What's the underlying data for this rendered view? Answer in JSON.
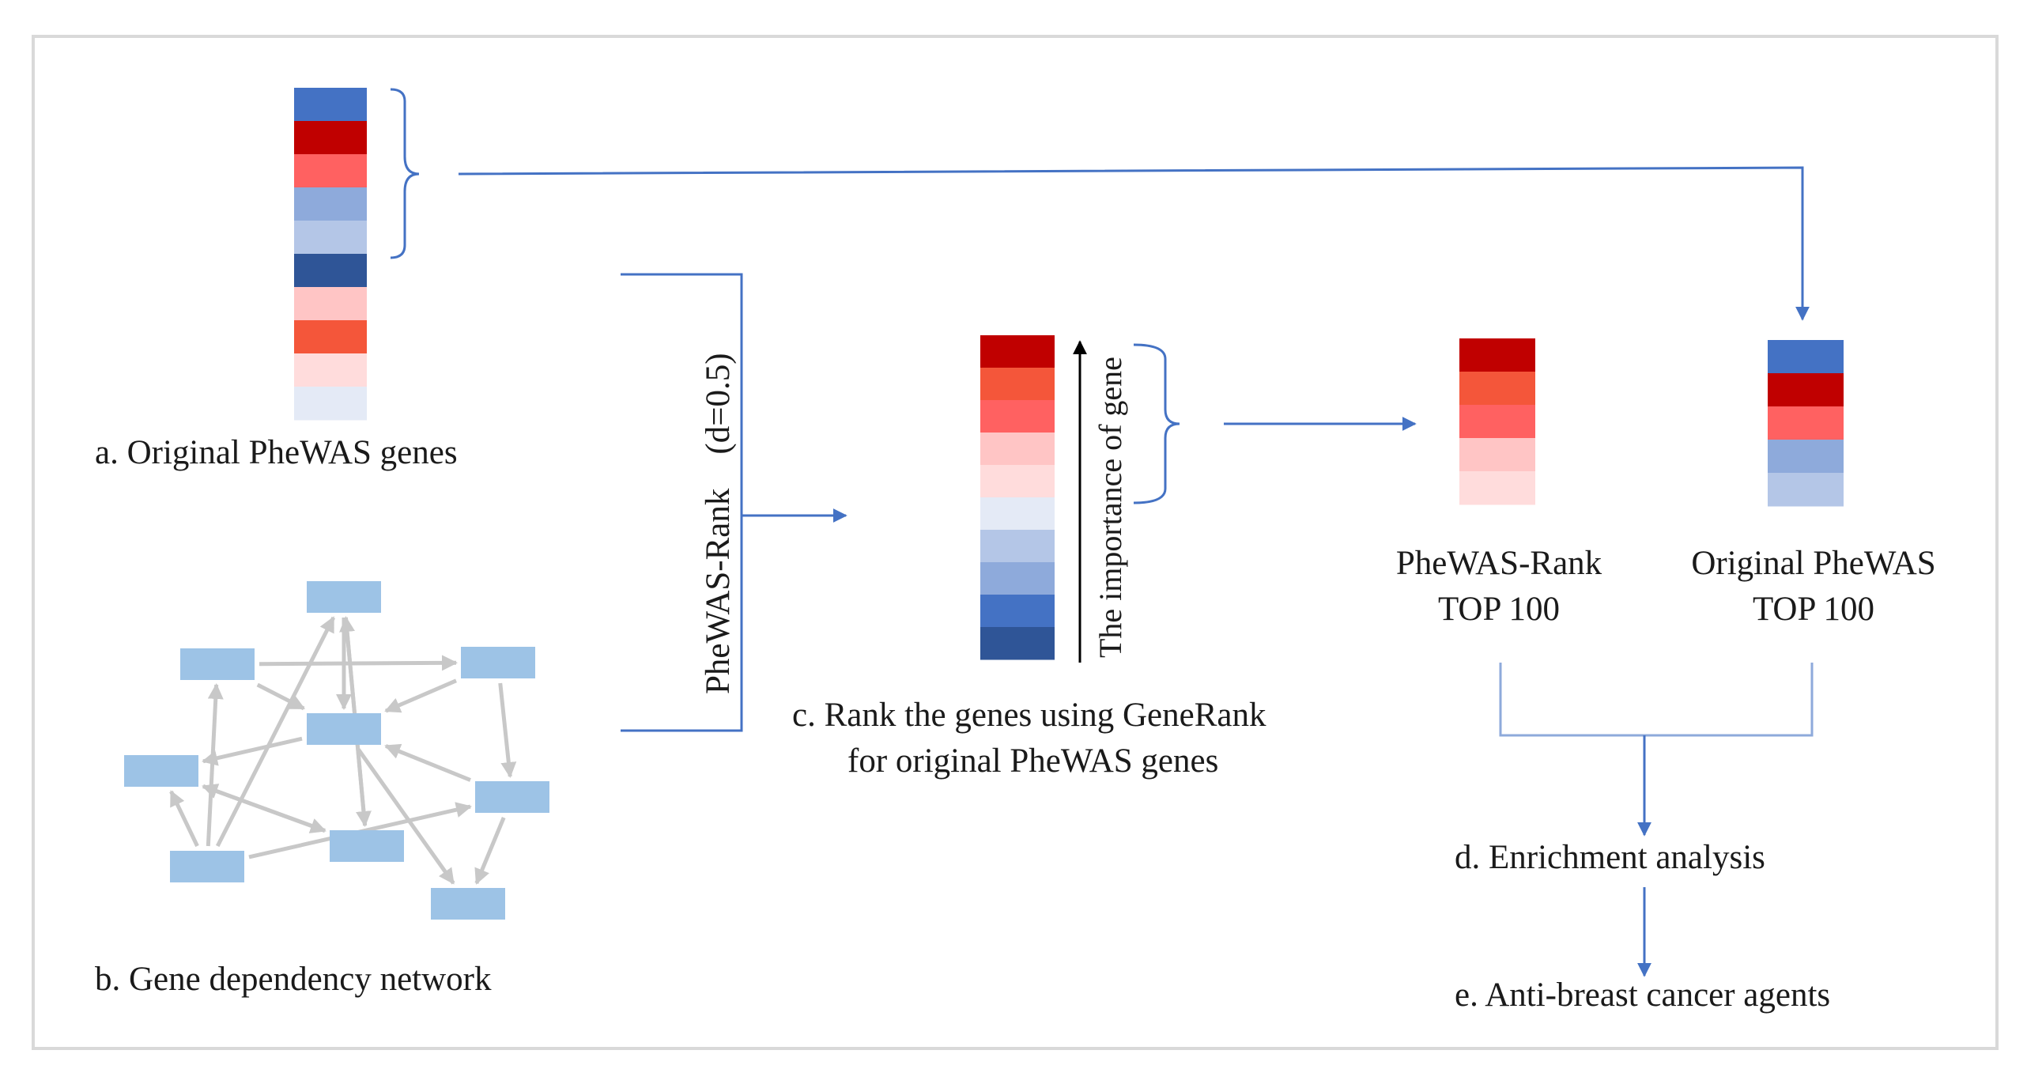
{
  "colors": {
    "frame": "#d9d9d9",
    "arrow": "#4472c4",
    "node": "#9dc3e6",
    "edge": "#c8c8c8",
    "text": "#1a1a1a"
  },
  "labels": {
    "a": "a.  Original PheWAS genes",
    "b": "b. Gene dependency network",
    "c_line1": "c.  Rank the genes using GeneRank",
    "c_line2": "for original PheWAS genes",
    "d": "d.  Enrichment analysis",
    "e": "e.  Anti-breast cancer agents",
    "rank_method": "PheWAS-Rank　(d=0.5)",
    "importance": "The importance of gene",
    "top_rank_line1": "PheWAS-Rank",
    "top_rank_line2": "TOP 100",
    "top_orig_line1": "Original PheWAS",
    "top_orig_line2": "TOP 100"
  },
  "gene_columns": {
    "original": [
      "#4472c4",
      "#c00000",
      "#ff6161",
      "#8eaadb",
      "#b4c6e7",
      "#2f5597",
      "#ffc5c5",
      "#f4563a",
      "#ffdcdc",
      "#e4eaf6"
    ],
    "ranked": [
      "#c00000",
      "#f4563a",
      "#ff6161",
      "#ffc5c5",
      "#ffdcdc",
      "#e4eaf6",
      "#b4c6e7",
      "#8eaadb",
      "#4472c4",
      "#2f5597"
    ],
    "top_rank": [
      "#c00000",
      "#f4563a",
      "#ff6161",
      "#ffc5c5",
      "#ffdcdc"
    ],
    "top_orig": [
      "#4472c4",
      "#c00000",
      "#ff6161",
      "#8eaadb",
      "#b4c6e7"
    ]
  },
  "network": {
    "edges": [
      [
        6,
        0
      ],
      [
        0,
        4
      ],
      [
        6,
        1
      ],
      [
        6,
        5
      ],
      [
        6,
        3
      ],
      [
        0,
        7
      ],
      [
        7,
        0
      ],
      [
        3,
        7
      ],
      [
        4,
        3
      ],
      [
        7,
        3
      ],
      [
        4,
        8
      ],
      [
        5,
        8
      ],
      [
        5,
        4
      ],
      [
        1,
        4
      ],
      [
        2,
        4
      ],
      [
        1,
        2
      ],
      [
        2,
        5
      ]
    ]
  }
}
